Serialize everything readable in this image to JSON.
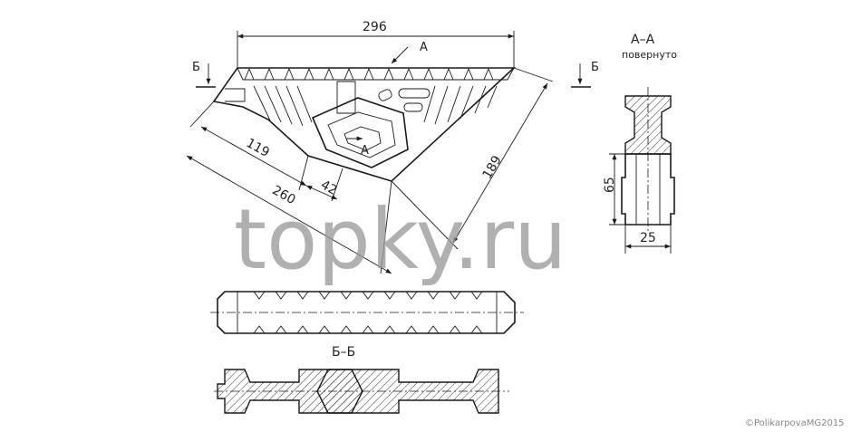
{
  "dimensions": {
    "top_width": "296",
    "slant_119": "119",
    "slant_42": "42",
    "slant_260": "260",
    "slant_189": "189",
    "height_65": "65",
    "width_25": "25"
  },
  "labels": {
    "section_mark_a": "А",
    "section_mark_a_inner": "А",
    "section_mark_b_left": "Б",
    "section_mark_b_right": "Б",
    "section_aa_title": "А–А",
    "section_aa_note": "повернуто",
    "section_bb_title": "Б–Б"
  },
  "watermark": "topky.ru",
  "copyright": "©PolikarpovaMG2015"
}
